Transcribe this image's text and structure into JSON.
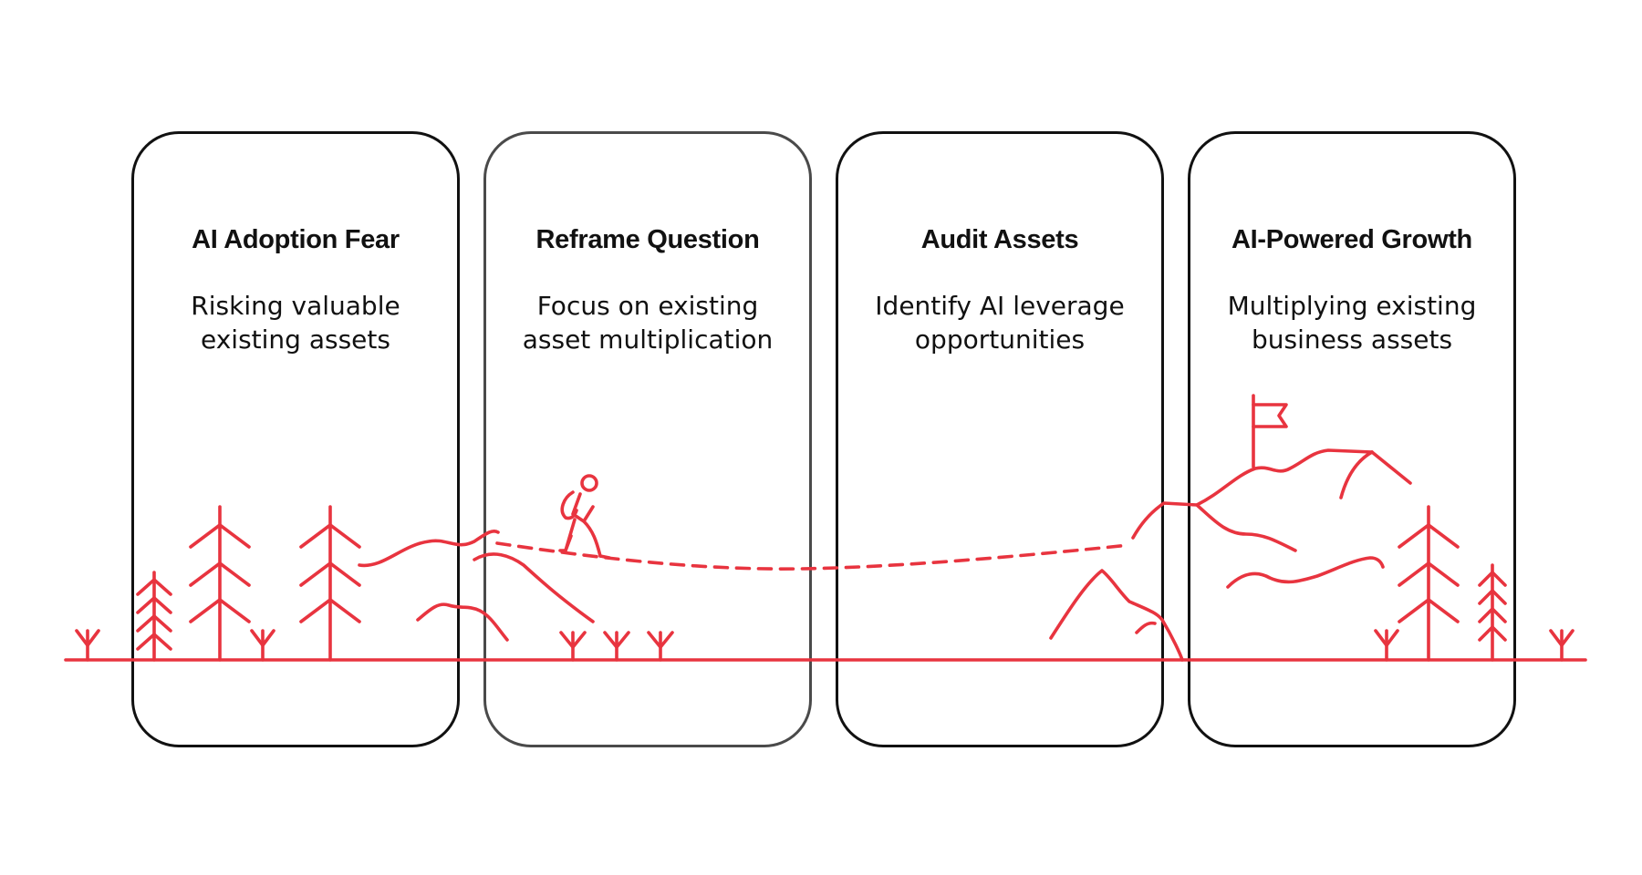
{
  "steps": [
    {
      "title": "AI Adoption Fear",
      "text": "Risking valuable\nexisting assets"
    },
    {
      "title": "Reframe Question",
      "text": "Focus on existing\nasset multiplication"
    },
    {
      "title": "Audit Assets",
      "text": "Identify AI leverage\nopportunities"
    },
    {
      "title": "AI-Powered Growth",
      "text": "Multiplying existing\nbusiness assets"
    }
  ],
  "colors": {
    "accent": "#e8343f",
    "card_border": "#111111",
    "card_border_muted": "#4a4a4a"
  },
  "icons": [
    "tree-icon",
    "hill-icon",
    "hiker-icon",
    "mountain-icon",
    "flag-icon",
    "sprout-icon"
  ]
}
